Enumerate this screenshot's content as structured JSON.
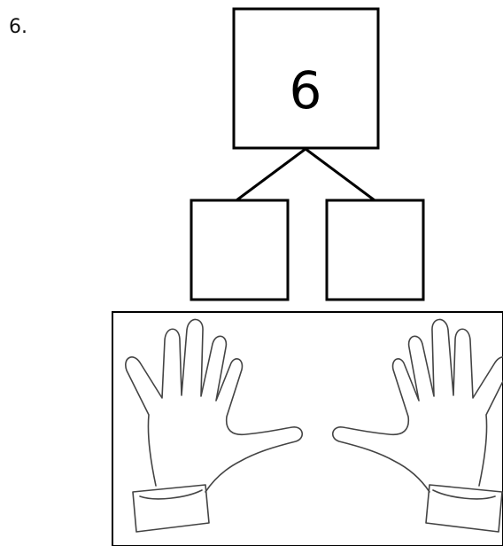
{
  "problem": {
    "number_label": "6."
  },
  "number_bond": {
    "whole": "6",
    "part_left": "",
    "part_right": ""
  },
  "counting_aid": {
    "icons": [
      "left-hand-icon",
      "right-hand-icon"
    ],
    "fingers_per_hand": 5
  },
  "colors": {
    "stroke": "#000000",
    "hand_outline": "#444444",
    "background": "#ffffff"
  }
}
